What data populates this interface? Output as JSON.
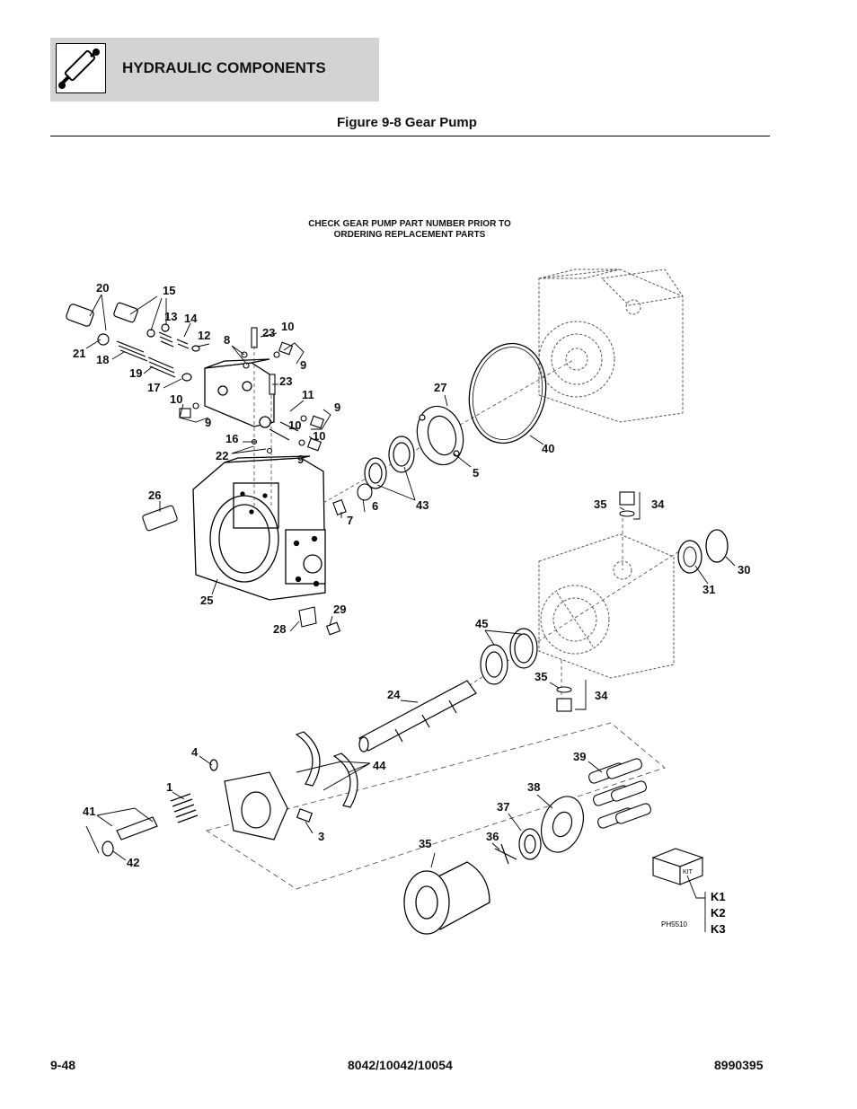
{
  "header": {
    "section_title": "HYDRAULIC COMPONENTS"
  },
  "figure": {
    "title": "Figure 9-8 Gear Pump",
    "note_line1": "CHECK GEAR PUMP PART NUMBER PRIOR TO",
    "note_line2": "ORDERING REPLACEMENT PARTS",
    "photo_id": "PH5510",
    "kit_label": "KIT",
    "kits": [
      "K1",
      "K2",
      "K3"
    ],
    "callouts": {
      "c1": "1",
      "c3": "3",
      "c4": "4",
      "c5": "5",
      "c6": "6",
      "c7": "7",
      "c8": "8",
      "c9a": "9",
      "c9b": "9",
      "c9c": "9",
      "c9d": "9",
      "c10a": "10",
      "c10b": "10",
      "c10c": "10",
      "c10d": "10",
      "c11": "11",
      "c12": "12",
      "c13": "13",
      "c14": "14",
      "c15": "15",
      "c16": "16",
      "c17": "17",
      "c18": "18",
      "c19": "19",
      "c20": "20",
      "c21": "21",
      "c22": "22",
      "c23a": "23",
      "c23b": "23",
      "c24": "24",
      "c25": "25",
      "c26": "26",
      "c27": "27",
      "c28": "28",
      "c29": "29",
      "c30": "30",
      "c31": "31",
      "c34a": "34",
      "c34b": "34",
      "c35a": "35",
      "c35b": "35",
      "c35c": "35",
      "c36": "36",
      "c37": "37",
      "c38": "38",
      "c39": "39",
      "c40": "40",
      "c41": "41",
      "c42": "42",
      "c43": "43",
      "c44": "44",
      "c45": "45"
    }
  },
  "footer": {
    "page_number": "9-48",
    "models": "8042/10042/10054",
    "doc_number": "8990395"
  }
}
